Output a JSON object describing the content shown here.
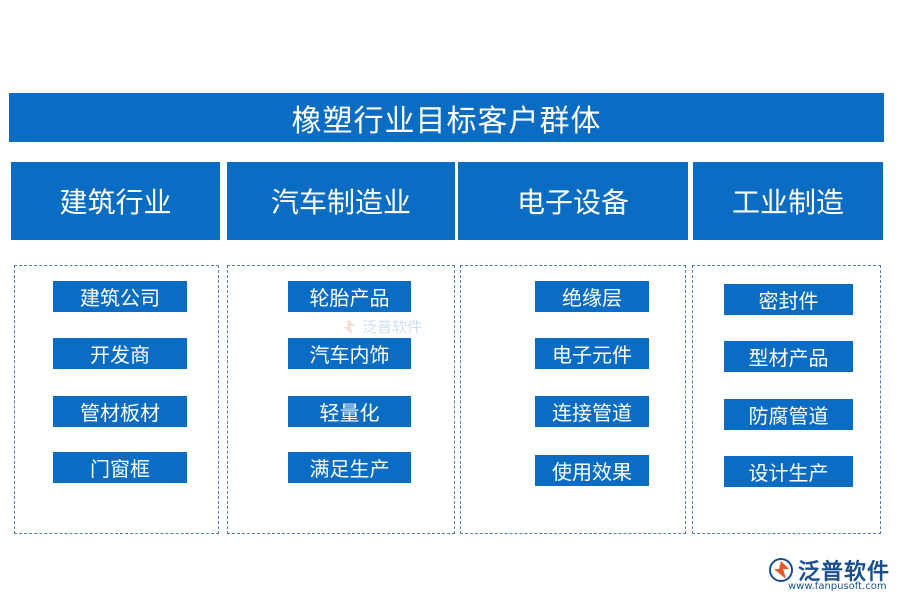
{
  "title": "橡塑行业目标客户群体",
  "categories": [
    {
      "header": "建筑行业",
      "items": [
        "建筑公司",
        "开发商",
        "管材板材",
        "门窗框"
      ]
    },
    {
      "header": "汽车制造业",
      "items": [
        "轮胎产品",
        "汽车内饰",
        "轻量化",
        "满足生产"
      ]
    },
    {
      "header": "电子设备",
      "items": [
        "绝缘层",
        "电子元件",
        "连接管道",
        "使用效果"
      ]
    },
    {
      "header": "工业制造",
      "items": [
        "密封件",
        "型材产品",
        "防腐管道",
        "设计生产"
      ]
    }
  ],
  "watermark": {
    "text": "泛普软件"
  },
  "brand": {
    "name": "泛普软件",
    "url": "www.fanpusoft.com",
    "icon": "fanpu-logo-icon"
  },
  "colors": {
    "primary": "#0a6cc2",
    "border": "#4f7fb0",
    "brand": "#1a4f8f",
    "logo_accent": "#e8562a"
  }
}
